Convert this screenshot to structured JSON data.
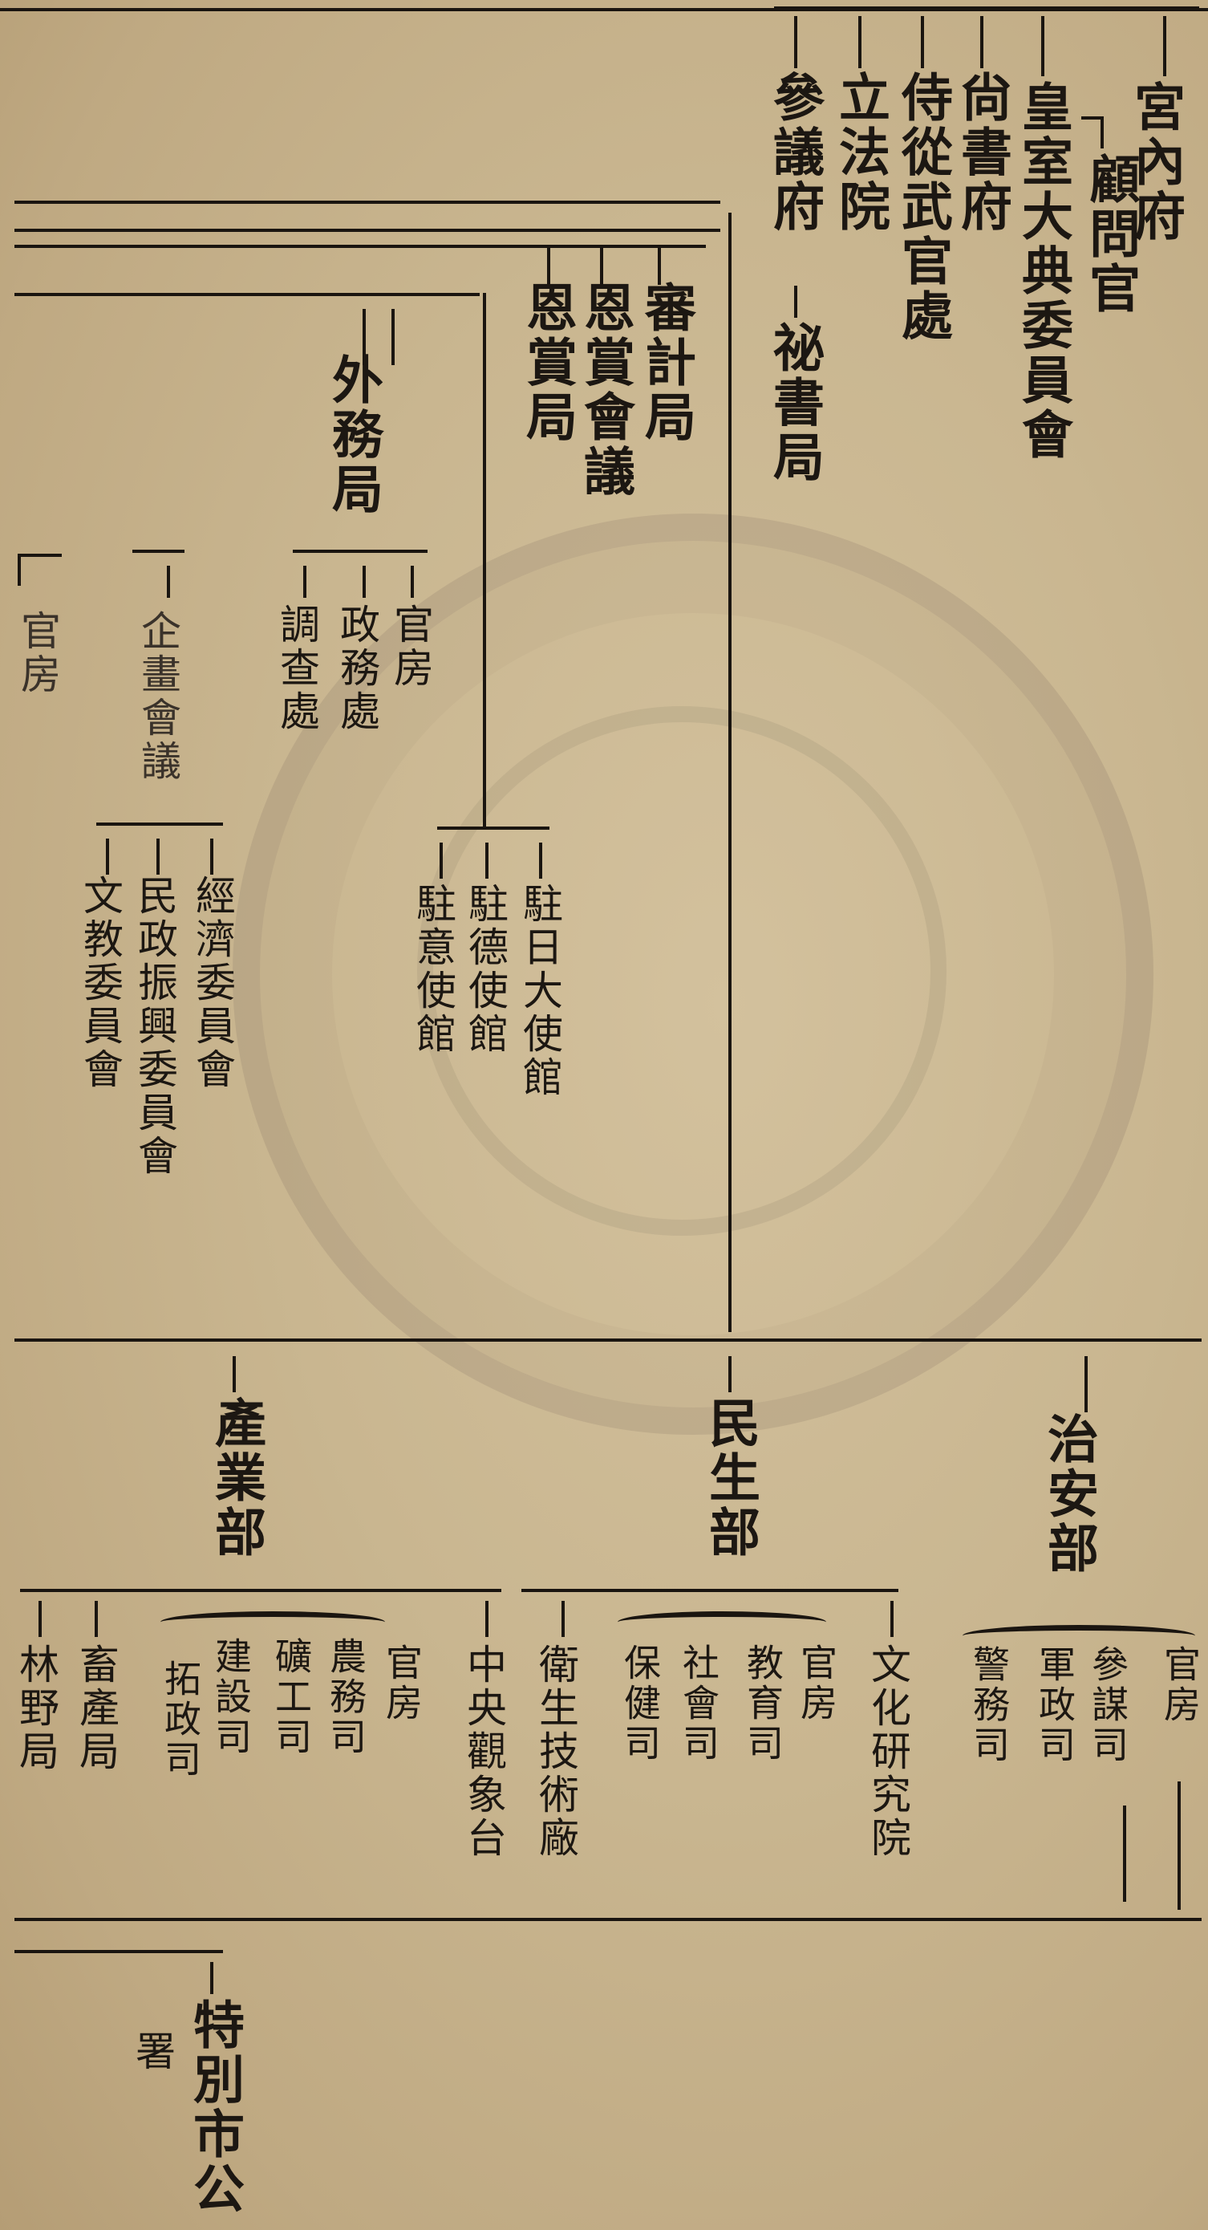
{
  "chart": {
    "top_orgs": {
      "kunai": "宮內府",
      "komon": "顧問官",
      "koushitsu": "皇室大典委員會",
      "shousho": "尙書府",
      "jijubukan": "侍從武官處",
      "rippoin": "立法院",
      "sangifu": "參議府",
      "hishokyoku": "祕書局"
    },
    "middle": {
      "shinkei": "審計局",
      "onshokaigi": "恩賞會議",
      "onshokyoku": "恩賞局",
      "gaimu": "外務局",
      "kanbo1": "官房",
      "seimusho": "政務處",
      "chosasho": "調查處",
      "chunichi": "駐日大使館",
      "chudoku": "駐德使館",
      "chui": "駐意使館",
      "kanbo2": "官房",
      "kikaku": "企畫會議",
      "keizai": "經濟委員會",
      "minsei_shinko": "民政振興委員會",
      "bunkyo": "文教委員會"
    },
    "ministries": {
      "chian": {
        "name": "治安部",
        "subs": [
          "官房",
          "參謀司",
          "軍政司",
          "警務司"
        ]
      },
      "minsei": {
        "name": "民生部",
        "subs": [
          "官房",
          "教育司",
          "社會司",
          "保健司"
        ],
        "attached": [
          "文化研究院",
          "衛生技術廠"
        ]
      },
      "sangyo": {
        "name": "產業部",
        "subs": [
          "官房",
          "農務司",
          "礦工司",
          "建設司",
          "拓政司"
        ],
        "attached": [
          "中央觀象台",
          "畜產局",
          "林野局"
        ]
      }
    },
    "bottom": {
      "tokubetsu": "特別市公",
      "sho": "署"
    }
  }
}
